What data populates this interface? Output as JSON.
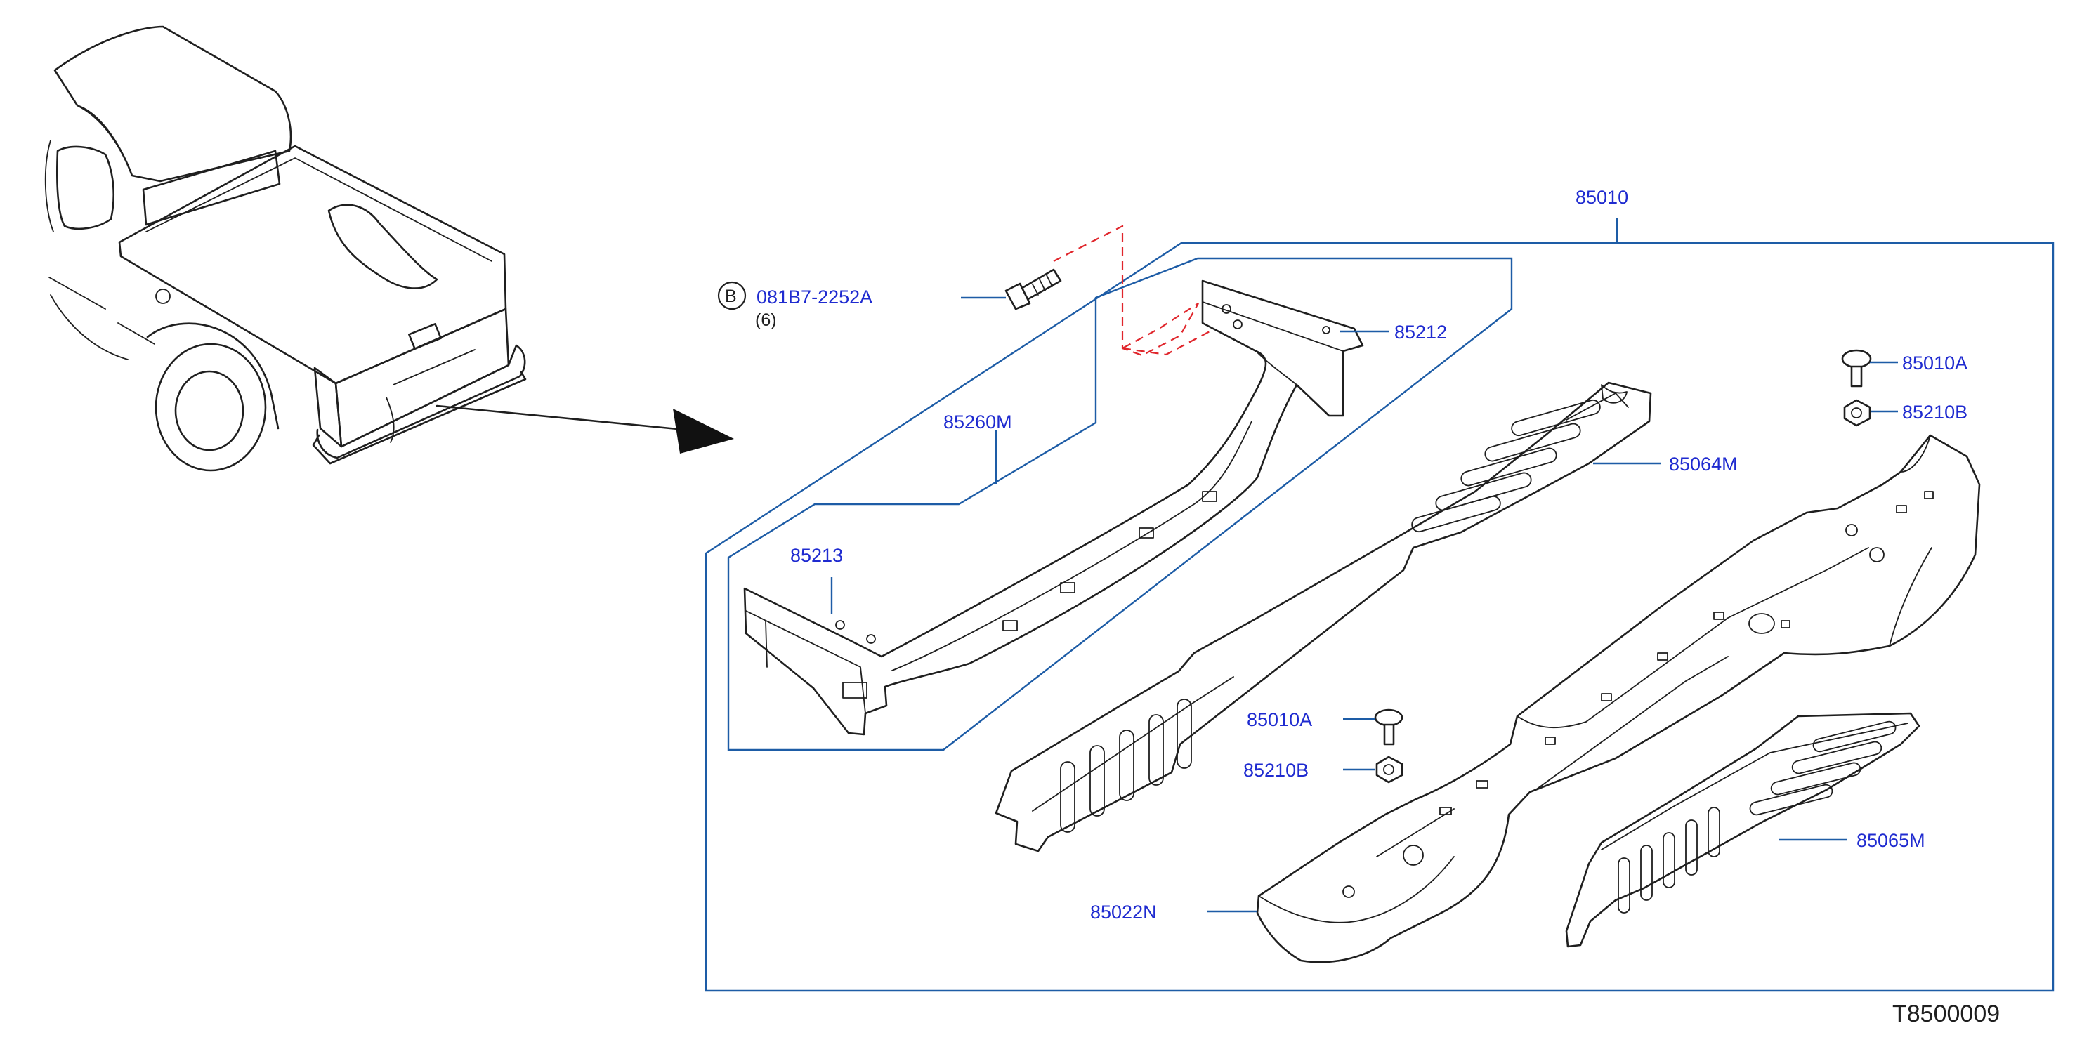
{
  "diagram": {
    "drawing_code": "T8500009",
    "assembly_label": "85010",
    "bolt_callout": {
      "badge": "B",
      "part": "081B7-2252A",
      "qty": "(6)"
    },
    "labels": {
      "p85212": "85212",
      "p85260M": "85260M",
      "p85213": "85213",
      "p85064M": "85064M",
      "p85010A_top": "85010A",
      "p85210B_top": "85210B",
      "p85010A_mid": "85010A",
      "p85210B_mid": "85210B",
      "p85022N": "85022N",
      "p85065M": "85065M"
    },
    "colors": {
      "label_text": "#1f2bd0",
      "frame_line": "#1d5ca6",
      "hidden_line": "#e0262c",
      "part_line": "#1f1f1f"
    }
  }
}
